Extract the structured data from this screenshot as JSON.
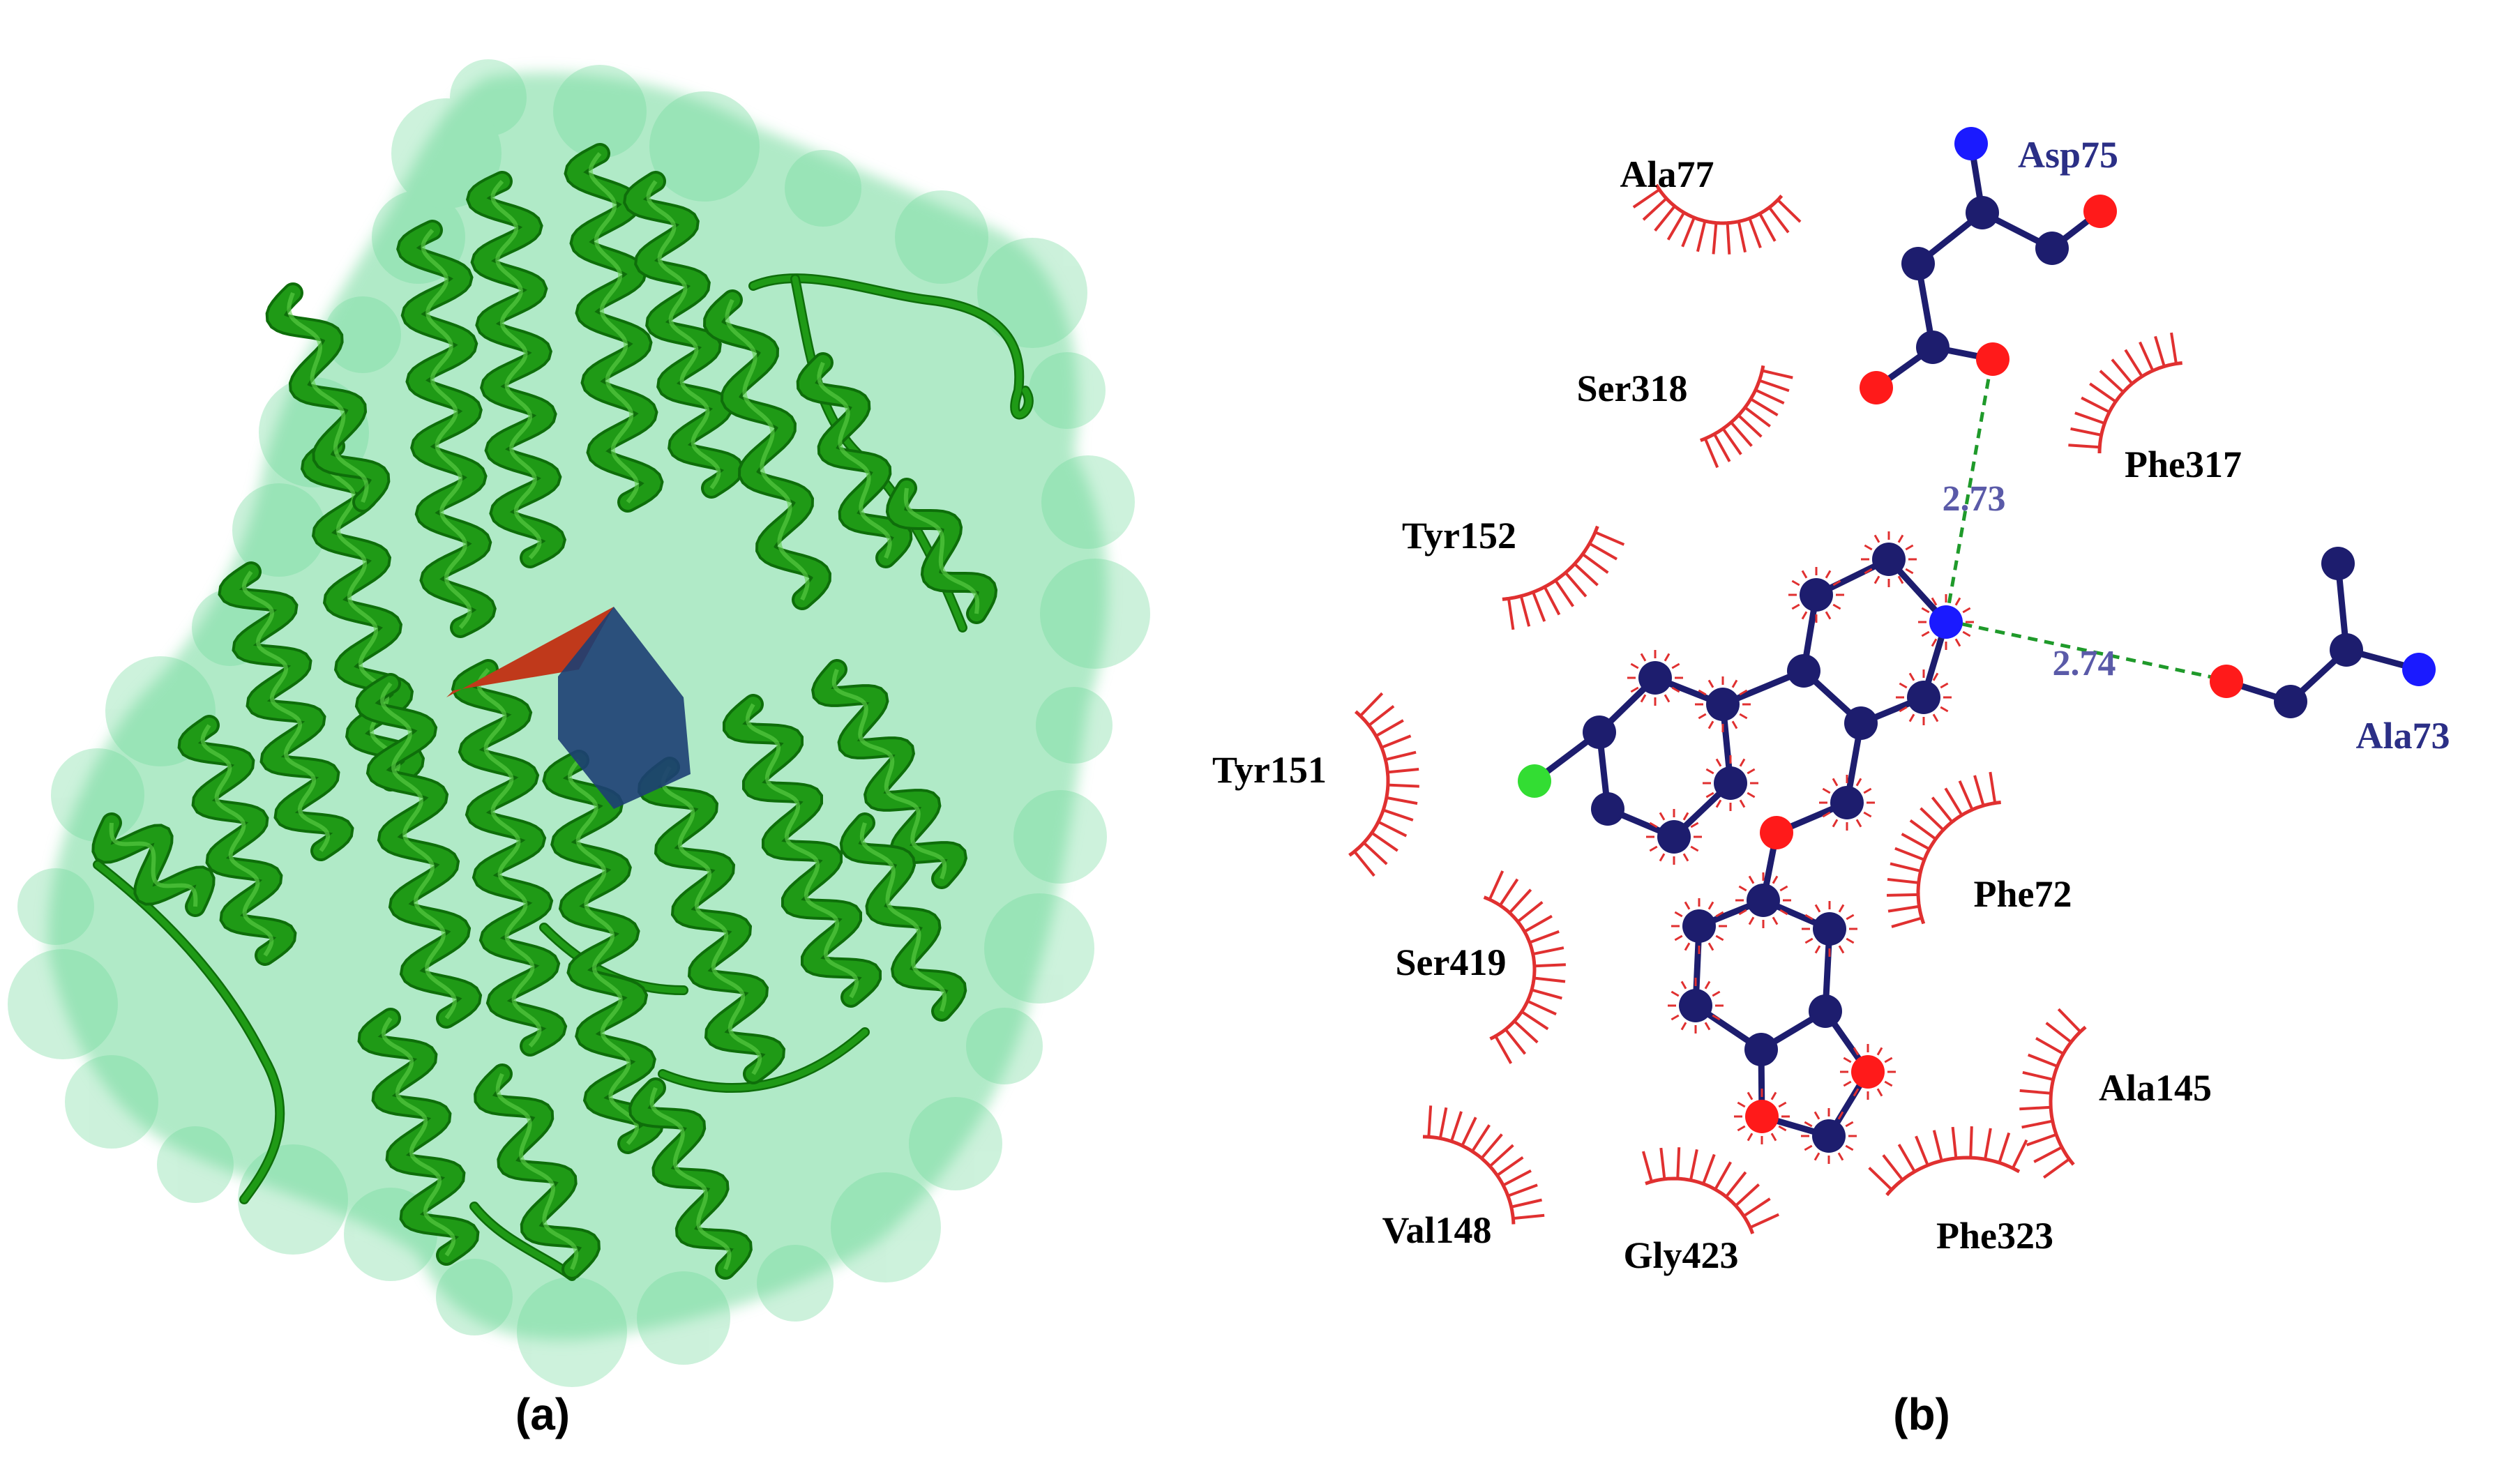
{
  "figure": {
    "panel_a_label": "(a)",
    "panel_b_label": "(b)"
  },
  "colors": {
    "surface": "#6fd99a",
    "ribbon": "#1f9a16",
    "ribbon_dark": "#0e6e0a",
    "pocket_red": "#c0391b",
    "pocket_blue": "#1d3f73",
    "bond": "#1d1d6e",
    "carbon": "#1d1d6e",
    "nitrogen": "#1a1aff",
    "oxygen": "#ff1a1a",
    "chlorine": "#33dd33",
    "hydrophobic": "#e03030",
    "hbond": "#1f9a2a",
    "distance_text": "#5a5aa8",
    "bonded_residue_text": "#2b2f86"
  },
  "residues": [
    {
      "name": "Ala77"
    },
    {
      "name": "Ser318"
    },
    {
      "name": "Tyr152"
    },
    {
      "name": "Tyr151"
    },
    {
      "name": "Ser419"
    },
    {
      "name": "Val148"
    },
    {
      "name": "Gly423"
    },
    {
      "name": "Phe323"
    },
    {
      "name": "Ala145"
    },
    {
      "name": "Phe72"
    },
    {
      "name": "Phe317"
    }
  ],
  "hbond_residues": [
    {
      "name": "Asp75"
    },
    {
      "name": "Ala73"
    }
  ],
  "hbonds": [
    {
      "distance": "2.73"
    },
    {
      "distance": "2.74"
    }
  ]
}
